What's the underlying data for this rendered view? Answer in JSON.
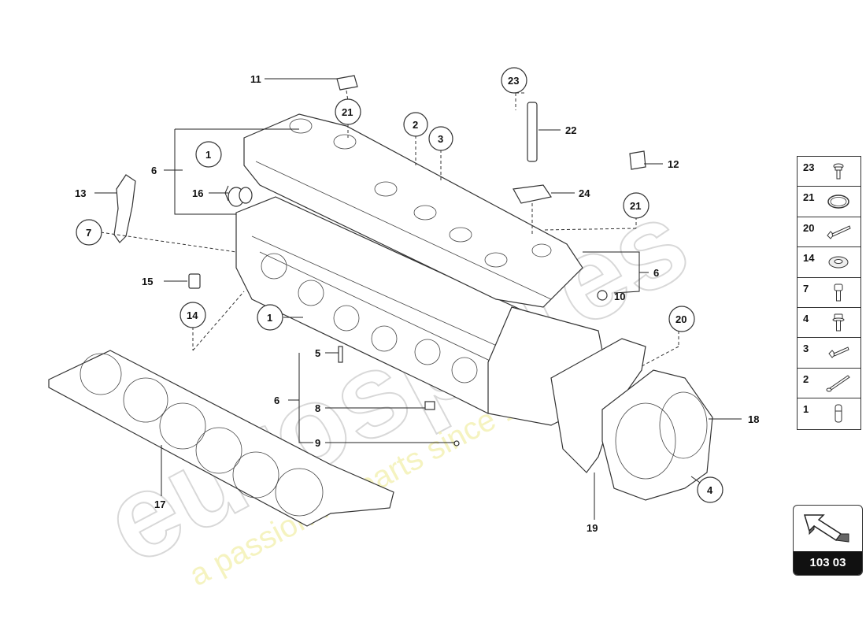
{
  "callouts": {
    "c1": "1",
    "c1b": "1",
    "c2": "2",
    "c3": "3",
    "c4": "4",
    "c5": "5",
    "c6a": "6",
    "c6b": "6",
    "c6c": "6",
    "c7": "7",
    "c8": "8",
    "c9": "9",
    "c10": "10",
    "c11": "11",
    "c12": "12",
    "c13": "13",
    "c14": "14",
    "c15": "15",
    "c16": "16",
    "c17": "17",
    "c18": "18",
    "c19": "19",
    "c20": "20",
    "c21a": "21",
    "c21b": "21",
    "c22": "22",
    "c23": "23",
    "c24": "24"
  },
  "legend": [
    {
      "num": "23",
      "icon": "short-bolt-icon"
    },
    {
      "num": "21",
      "icon": "seal-ring-icon"
    },
    {
      "num": "20",
      "icon": "long-bolt-icon"
    },
    {
      "num": "14",
      "icon": "washer-icon"
    },
    {
      "num": "7",
      "icon": "socket-bolt-icon"
    },
    {
      "num": "4",
      "icon": "flange-bolt-icon"
    },
    {
      "num": "3",
      "icon": "bolt-icon"
    },
    {
      "num": "2",
      "icon": "stud-icon"
    },
    {
      "num": "1",
      "icon": "dowel-pin-icon"
    }
  ],
  "page_ref": "103 03",
  "watermark": {
    "brand": "eurospares",
    "slogan": "a passion for parts since 1985"
  }
}
